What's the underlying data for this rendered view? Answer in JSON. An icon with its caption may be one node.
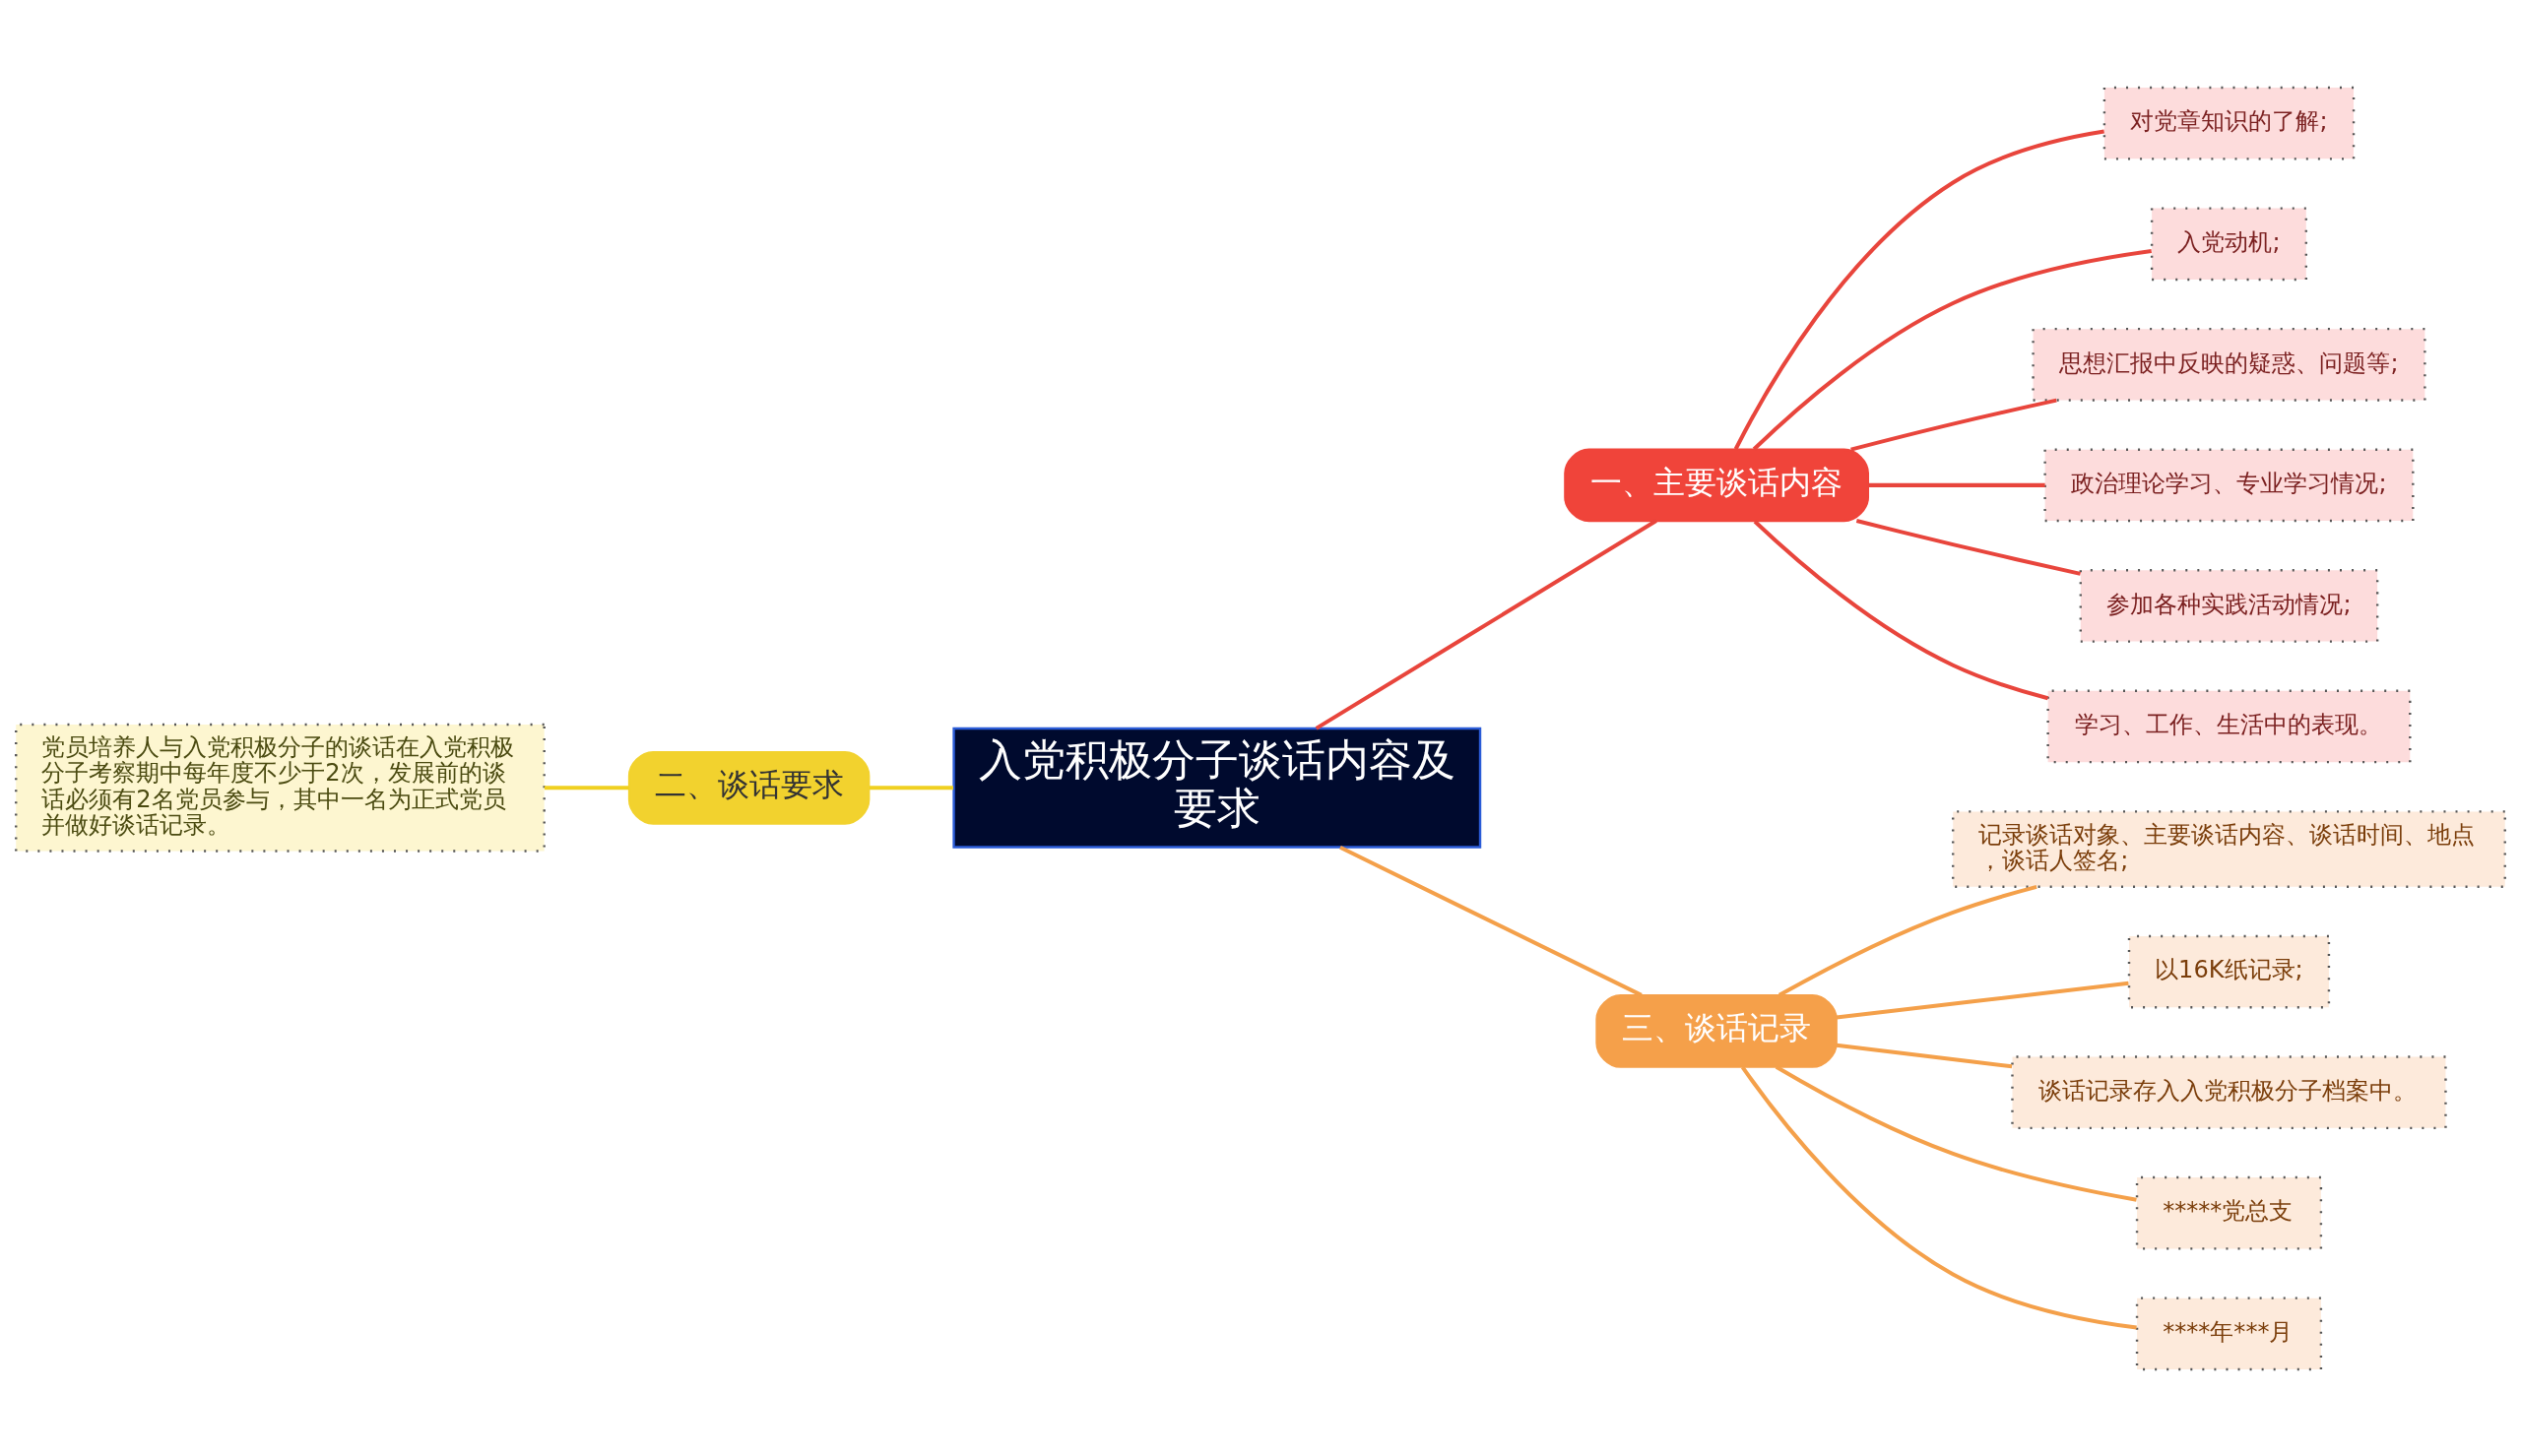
{
  "diagram": {
    "nodes": [
      {
        "text": [
          "入党积极分子谈话内容及要求"
        ]
      },
      {
        "text": [
          "一、主要谈话内容"
        ]
      },
      {
        "text": [
          "对党章知识的了解;"
        ]
      },
      {
        "text": [
          "入党动机;"
        ]
      },
      {
        "text": [
          "思想汇报中反映的疑惑、问题等;"
        ]
      },
      {
        "text": [
          "政治理论学习、专业学习情况;"
        ]
      },
      {
        "text": [
          "参加各种实践活动情况;"
        ]
      },
      {
        "text": [
          "学习、工作、生活中的表现。"
        ]
      },
      {
        "text": [
          "二、谈话要求"
        ]
      },
      {
        "text": [
          "党员培养人与入党积极分子的谈话在入党积极分子考察期中每年度不少于2次，发展前的谈话必须有2名党员参与，其中一名为正式党员并做好谈话记录。"
        ]
      },
      {
        "text": [
          "三、谈话记录"
        ]
      },
      {
        "text": [
          "记录谈话对象、主要谈话内容、谈话时间、地点，谈话人签名;"
        ]
      },
      {
        "text": [
          "以16K纸记录;"
        ]
      },
      {
        "text": [
          "谈话记录存入入党积极分子档案中。"
        ]
      },
      {
        "text": [
          "*****党总支"
        ]
      },
      {
        "text": [
          "****年***月"
        ]
      }
    ],
    "edges": [
      {
        "from": 0,
        "to": 1,
        "arrow": "none",
        "color": "#e8453c"
      },
      {
        "from": 1,
        "to": 2,
        "arrow": "none",
        "color": "#e8453c"
      },
      {
        "from": 1,
        "to": 3,
        "arrow": "none",
        "color": "#e8453c"
      },
      {
        "from": 1,
        "to": 4,
        "arrow": "none",
        "color": "#e8453c"
      },
      {
        "from": 1,
        "to": 5,
        "arrow": "none",
        "color": "#e8453c"
      },
      {
        "from": 1,
        "to": 6,
        "arrow": "none",
        "color": "#e8453c"
      },
      {
        "from": 1,
        "to": 7,
        "arrow": "none",
        "color": "#e8453c"
      },
      {
        "from": 0,
        "to": 8,
        "arrow": "none",
        "color": "#f0d020"
      },
      {
        "from": 8,
        "to": 9,
        "arrow": "none",
        "color": "#f0d020"
      },
      {
        "from": 0,
        "to": 10,
        "arrow": "none",
        "color": "#f4a04a"
      },
      {
        "from": 10,
        "to": 11,
        "arrow": "none",
        "color": "#f4a04a"
      },
      {
        "from": 10,
        "to": 12,
        "arrow": "none",
        "color": "#f4a04a"
      },
      {
        "from": 10,
        "to": 13,
        "arrow": "none",
        "color": "#f4a04a"
      },
      {
        "from": 10,
        "to": 14,
        "arrow": "none",
        "color": "#f4a04a"
      },
      {
        "from": 10,
        "to": 15,
        "arrow": "none",
        "color": "#f4a04a"
      }
    ]
  }
}
